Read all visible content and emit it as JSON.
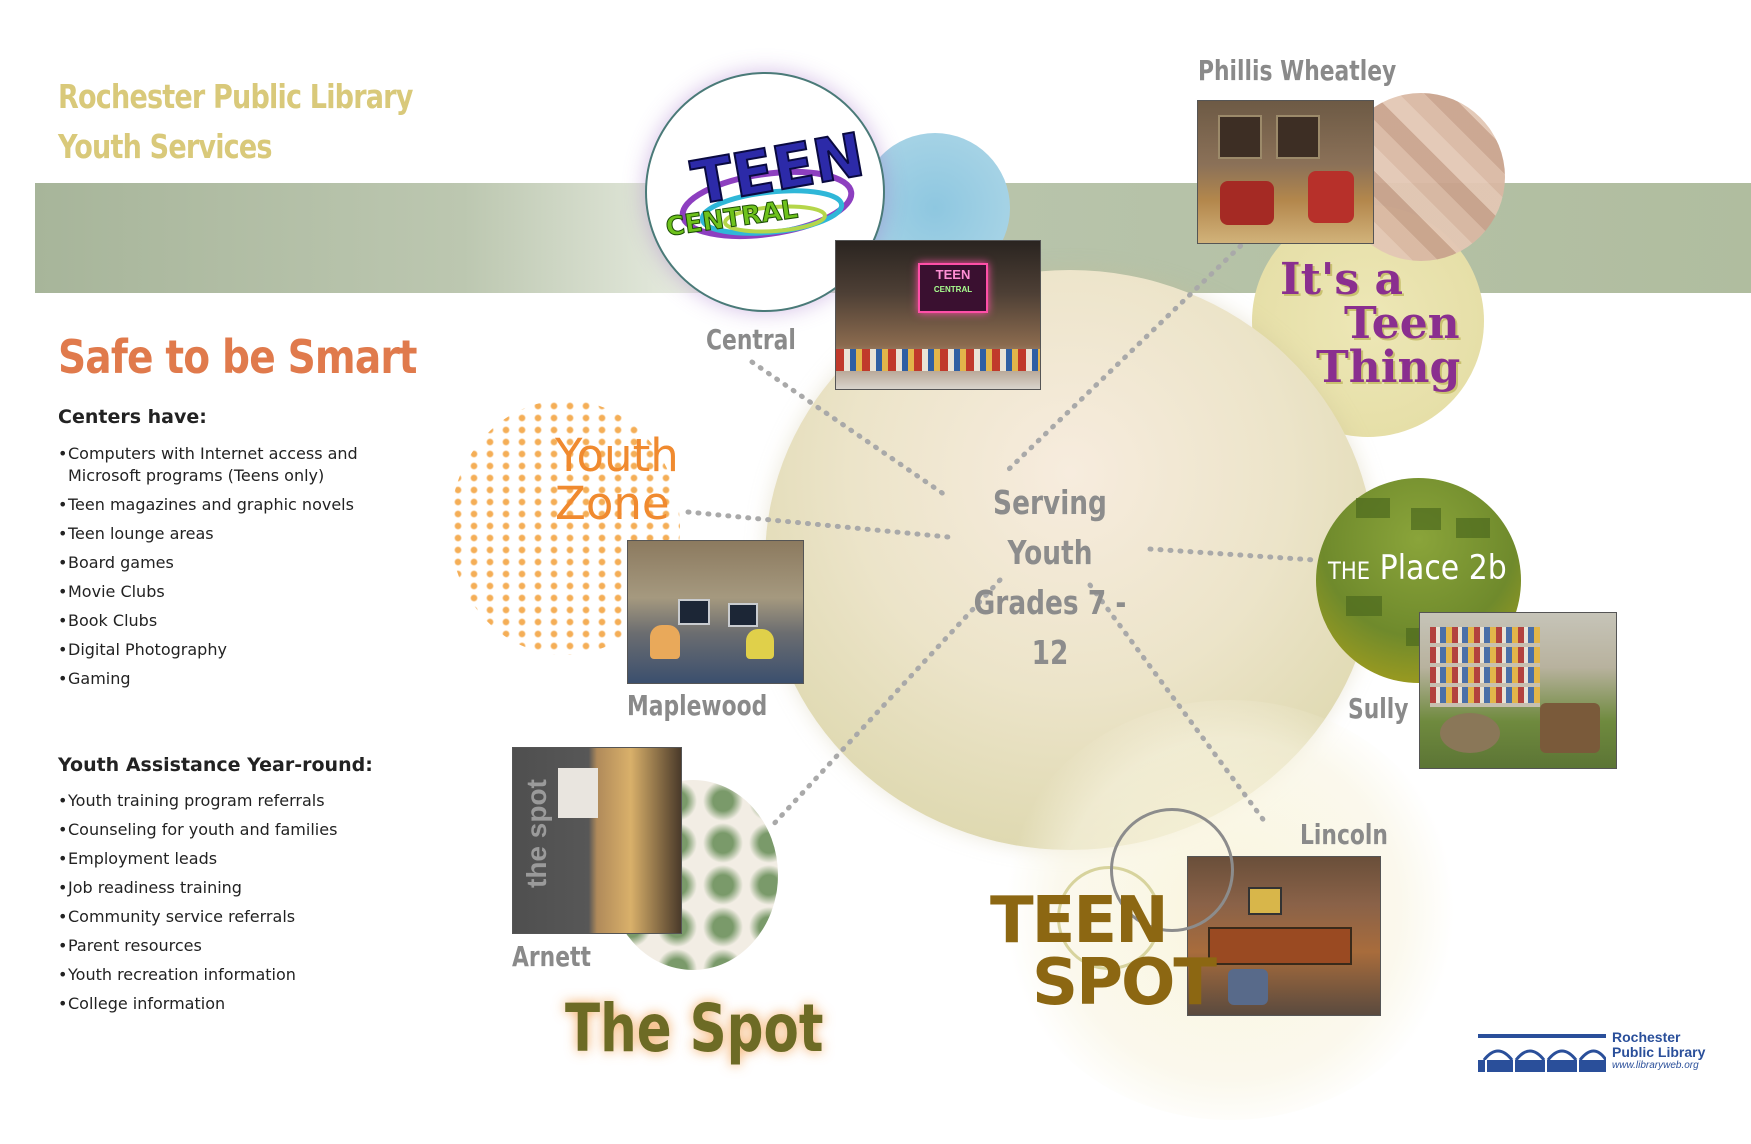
{
  "header": {
    "line1": "Rochester Public Library",
    "line2": "Youth Services"
  },
  "left_column": {
    "title": "Safe to be Smart",
    "centers_heading": "Centers have:",
    "centers_items": [
      "Computers with Internet access and Microsoft programs (Teens only)",
      "Teen magazines and graphic novels",
      "Teen lounge areas",
      "Board games",
      "Movie Clubs",
      "Book Clubs",
      "Digital Photography",
      "Gaming"
    ],
    "assist_heading": "Youth Assistance Year-round:",
    "assist_items": [
      "Youth training program referrals",
      "Counseling for youth and families",
      "Employment leads",
      "Job readiness training",
      "Community service referrals",
      "Parent resources",
      "Youth recreation information",
      "College information"
    ]
  },
  "hub": {
    "line1": "Serving Youth",
    "line2": "Grades 7 - 12"
  },
  "locations": {
    "central": "Central",
    "phillis_wheatley": "Phillis Wheatley",
    "maplewood": "Maplewood",
    "sully": "Sully",
    "arnett": "Arnett",
    "lincoln": "Lincoln"
  },
  "program_logos": {
    "teen_central_line1": "TEEN",
    "teen_central_line2": "CENTRAL",
    "neon_sign_line1": "TEEN",
    "neon_sign_line2": "CENTRAL",
    "its_a_teen_thing_line1": "It's a",
    "its_a_teen_thing_line2": "Teen",
    "its_a_teen_thing_line3": "Thing",
    "youth_zone_line1": "Youth",
    "youth_zone_line2": "Zone",
    "place2b_prefix": "THE",
    "place2b_main": "Place 2b",
    "the_spot": "The Spot",
    "the_spot_sign": "the spot",
    "teen_spot_line1": "TEEN",
    "teen_spot_line2": "SPOT"
  },
  "footer_logo": {
    "line1": "Rochester",
    "line2": "Public Library",
    "url": "www.libraryweb.org"
  },
  "colors": {
    "header_gold": "#d9c97a",
    "title_orange": "#e07a4c",
    "band_green": "#b0bd9f",
    "label_gray": "#8a8a8a",
    "teen_thing_purple": "#8a2f8f",
    "youth_zone_orange": "#f08a2f",
    "teen_spot_brown": "#8c6712",
    "library_blue": "#2a4f9a"
  }
}
